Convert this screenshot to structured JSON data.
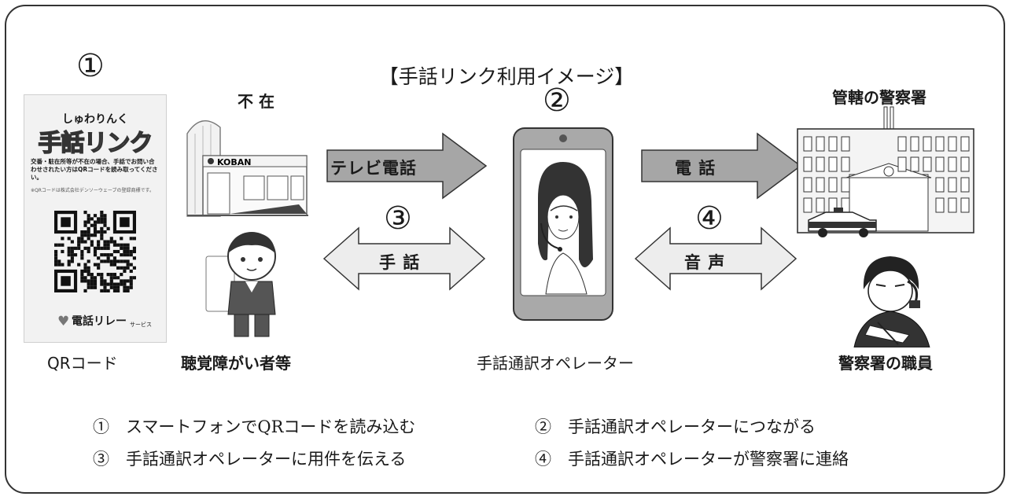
{
  "title": "【手話リンク利用イメージ】",
  "markers": {
    "m1": "①",
    "m2": "②",
    "m3": "③",
    "m4": "④"
  },
  "poster": {
    "kana": "しゅわりんく",
    "brand": "手話リンク",
    "notice": "交番・駐在所等が不在の場合、手話でお問い合わせされたい方はQRコードを読み取ってください。",
    "footnote": "※QRコードは株式会社デンソーウェーブの登録商標です。",
    "relay": "電話リレー",
    "relay_sub": "サービス",
    "caption": "QRコード"
  },
  "koban": {
    "absent_label": "不 在",
    "sign": "KOBAN"
  },
  "labels": {
    "hearing": "聴覚障がい者等",
    "operator": "手話通訳オペレーター",
    "station": "管轄の警察署",
    "staff": "警察署の職員"
  },
  "arrows": {
    "tv_call": "テレビ電話",
    "sign_lang": "手 話",
    "phone": "電 話",
    "voice": "音 声"
  },
  "steps": [
    "①　スマートフォンでQRコードを読み込む",
    "②　手話通訳オペレーターにつながる",
    "③　手話通訳オペレーターに用件を伝える",
    "④　手話通訳オペレーターが警察署に連絡"
  ],
  "colors": {
    "arrow_dark": "#a6a6a6",
    "arrow_light": "#ededed",
    "phone_body": "#a9a9a9"
  }
}
